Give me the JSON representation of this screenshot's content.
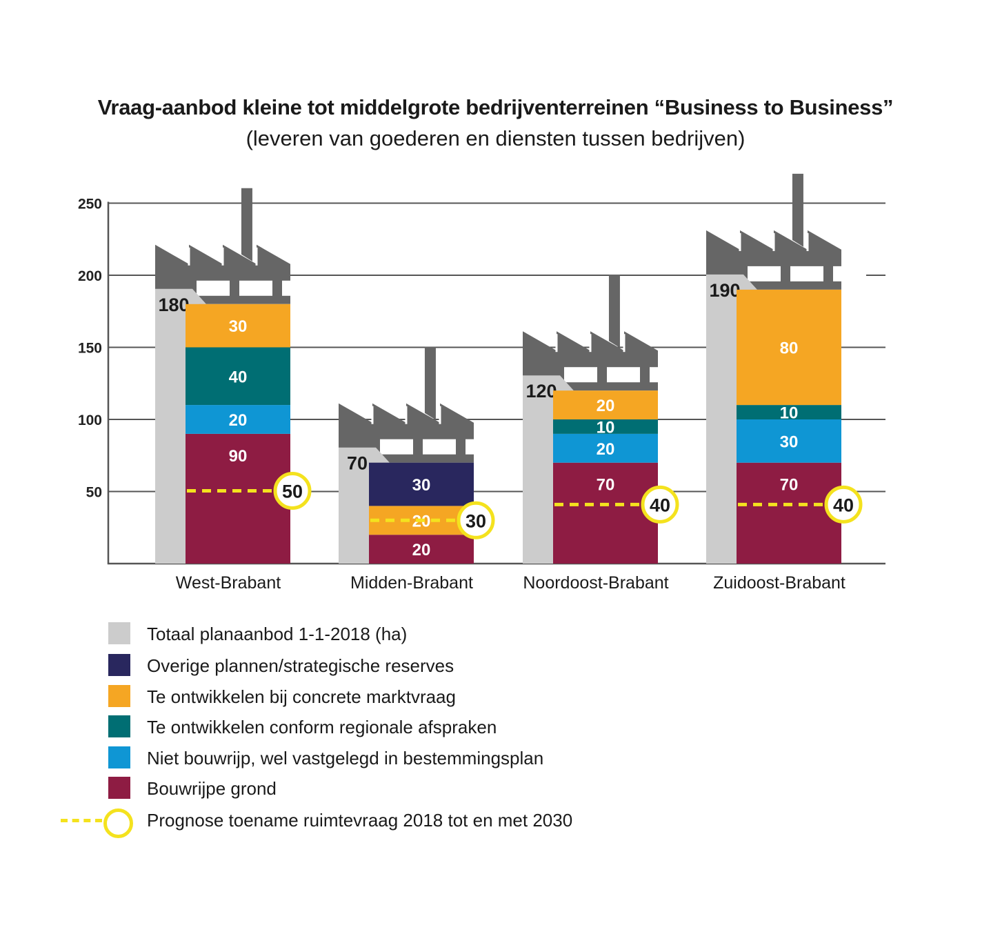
{
  "title": "Vraag-aanbod kleine tot middelgrote bedrijventerreinen “Business to Business”",
  "subtitle": "(leveren van goederen en diensten tussen bedrijven)",
  "colors": {
    "total": "#cccccc",
    "overige": "#29275e",
    "marktvraag": "#f5a623",
    "regionaal": "#006e73",
    "bestemmingsplan": "#0f96d4",
    "bouwrijp": "#8e1c43",
    "prognose": "#f4e21e",
    "factory": "#666666",
    "grid": "#555555"
  },
  "chart_data": {
    "type": "bar",
    "stacked": true,
    "categories": [
      "West-Brabant",
      "Midden-Brabant",
      "Noordoost-Brabant",
      "Zuidoost-Brabant"
    ],
    "y_ticks": [
      50,
      100,
      150,
      200,
      250
    ],
    "ylim": [
      0,
      250
    ],
    "grid": true,
    "legend_position": "bottom-left",
    "totals": [
      180,
      70,
      120,
      190
    ],
    "series": [
      {
        "name": "Bouwrijpe grond",
        "key": "bouwrijp",
        "values": [
          90,
          20,
          70,
          70
        ]
      },
      {
        "name": "Niet bouwrijp, wel vastgelegd in bestemmingsplan",
        "key": "bestemmingsplan",
        "values": [
          20,
          0,
          20,
          30
        ]
      },
      {
        "name": "Te ontwikkelen conform regionale afspraken",
        "key": "regionaal",
        "values": [
          40,
          0,
          10,
          10
        ]
      },
      {
        "name": "Te ontwikkelen bij concrete marktvraag",
        "key": "marktvraag",
        "values": [
          30,
          20,
          20,
          80
        ]
      },
      {
        "name": "Overige plannen/strategische reserves",
        "key": "overige",
        "values": [
          0,
          30,
          0,
          0
        ]
      }
    ],
    "prognose": [
      50,
      30,
      40,
      40
    ]
  },
  "legend": [
    {
      "label": "Totaal planaanbod 1-1-2018 (ha)",
      "key": "total"
    },
    {
      "label": "Overige plannen/strategische reserves",
      "key": "overige"
    },
    {
      "label": "Te ontwikkelen bij concrete marktvraag",
      "key": "marktvraag"
    },
    {
      "label": "Te ontwikkelen conform regionale afspraken",
      "key": "regionaal"
    },
    {
      "label": "Niet bouwrijp, wel vastgelegd in bestemmingsplan",
      "key": "bestemmingsplan"
    },
    {
      "label": "Bouwrijpe grond",
      "key": "bouwrijp"
    },
    {
      "label": "Prognose toename ruimtevraag 2018 tot en met 2030",
      "key": "prognose"
    }
  ]
}
